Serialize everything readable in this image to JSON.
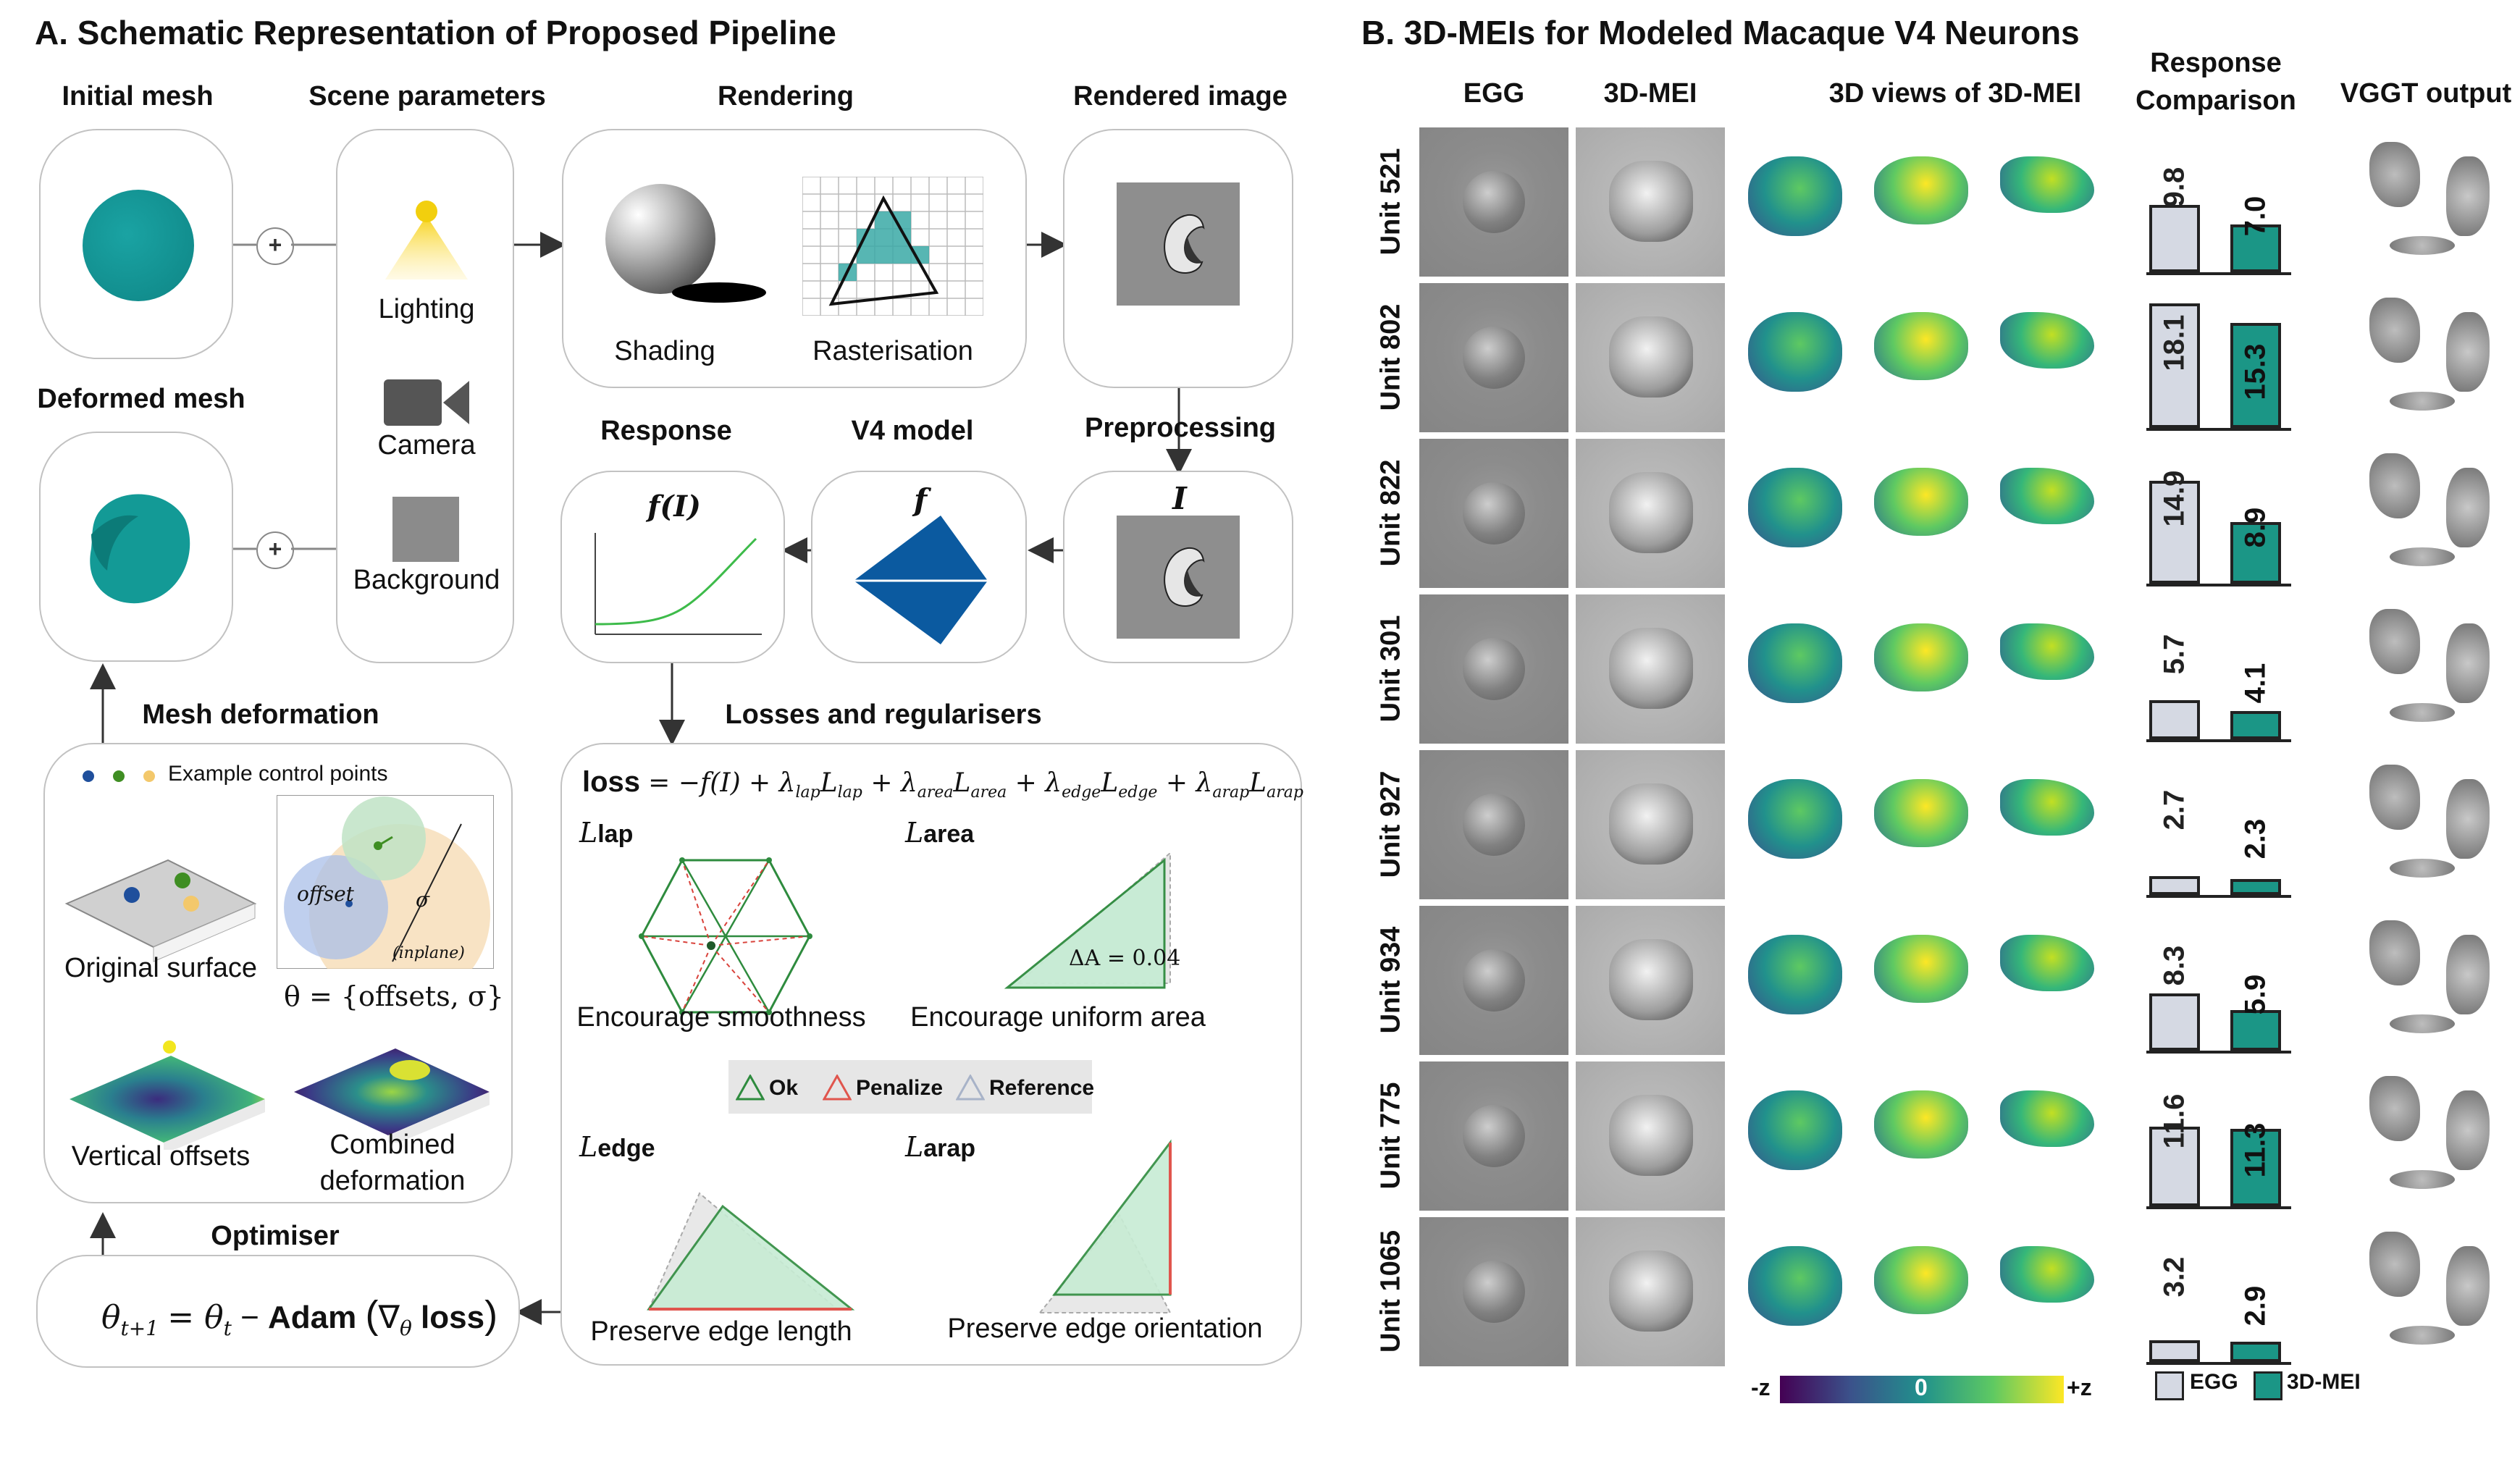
{
  "panel_a": {
    "title": "A. Schematic Representation of Proposed Pipeline",
    "initial_mesh": "Initial mesh",
    "scene_parameters": "Scene parameters",
    "rendering": "Rendering",
    "rendered_image": "Rendered image",
    "deformed_mesh": "Deformed mesh",
    "lighting": "Lighting",
    "camera": "Camera",
    "background": "Background",
    "shading": "Shading",
    "rasterisation": "Rasterisation",
    "response": "Response",
    "v4_model": "V4 model",
    "preprocessing": "Preprocessing",
    "f_of_i": "f(I)",
    "f": "f",
    "i": "I",
    "mesh_deformation": "Mesh deformation",
    "example_control_points": "Example control points",
    "original_surface": "Original surface",
    "theta_def": "θ = {offsets, σ}",
    "offset": "offset",
    "sigma": "σ",
    "inplane": "(inplane)",
    "vertical_offsets": "Vertical offsets",
    "combined_line1": "Combined",
    "combined_line2": "deformation",
    "optimiser": "Optimiser",
    "update_rule_left": "θ",
    "update_rule_text": "= θ",
    "adam": "Adam",
    "adam_arg": "∇",
    "adam_loss": "loss",
    "losses_title": "Losses and regularisers",
    "loss_word": "loss",
    "loss_eq": "= −f(I) + λ",
    "l_lap": "lap",
    "l_area": "area",
    "l_edge": "edge",
    "l_arap": "arap",
    "encourage_smoothness": "Encourage smoothness",
    "encourage_uniform_area": "Encourage uniform area",
    "delta_a": "ΔA = 0.04",
    "ok": "Ok",
    "penalize": "Penalize",
    "reference": "Reference",
    "preserve_edge_length": "Preserve edge length",
    "preserve_edge_orientation": "Preserve edge orientation"
  },
  "panel_b": {
    "title": "B. 3D-MEIs for Modeled Macaque V4 Neurons",
    "col_egg": "EGG",
    "col_mei": "3D-MEI",
    "col_views": "3D views of 3D-MEI",
    "col_response_1": "Response",
    "col_response_2": "Comparison",
    "col_vggt": "VGGT output",
    "colorbar_min": "-z",
    "colorbar_mid": "0",
    "colorbar_max": "+z",
    "legend_egg": "EGG",
    "legend_mei": "3D-MEI",
    "colors": {
      "egg": "#d5d9e3",
      "mei": "#1b9686"
    }
  },
  "chart_data": {
    "type": "bar",
    "categories": [
      "Unit 521",
      "Unit 802",
      "Unit 822",
      "Unit 301",
      "Unit 927",
      "Unit 934",
      "Unit 775",
      "Unit 1065"
    ],
    "series": [
      {
        "name": "EGG",
        "values": [
          9.8,
          18.1,
          14.9,
          5.7,
          2.7,
          8.3,
          11.6,
          3.2
        ]
      },
      {
        "name": "3D-MEI",
        "values": [
          7.0,
          15.3,
          8.9,
          4.1,
          2.3,
          5.9,
          11.3,
          2.9
        ]
      }
    ],
    "labels": [
      "9.8",
      "7.0",
      "18.1",
      "15.3",
      "14.9",
      "8.9",
      "5.7",
      "4.1",
      "2.7",
      "2.3",
      "8.3",
      "5.9",
      "11.6",
      "11.3",
      "3.2",
      "2.9"
    ],
    "legend": "bottom"
  }
}
